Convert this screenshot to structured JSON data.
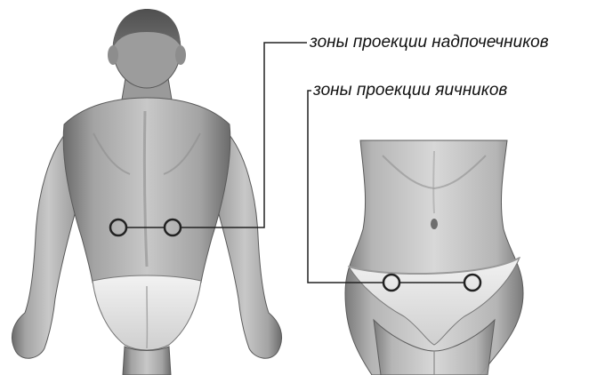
{
  "labels": {
    "adrenal": "зоны проекции надпочечников",
    "ovary": "зоны проекции яичников"
  },
  "figures": {
    "male_back": "male-back-figure",
    "female_front": "female-front-figure"
  },
  "colors": {
    "background": "#ffffff",
    "callout_line": "#222222",
    "skin_dark": "#6f6f6f",
    "skin_mid": "#a7a7a7",
    "skin_light": "#e2e2e2"
  }
}
